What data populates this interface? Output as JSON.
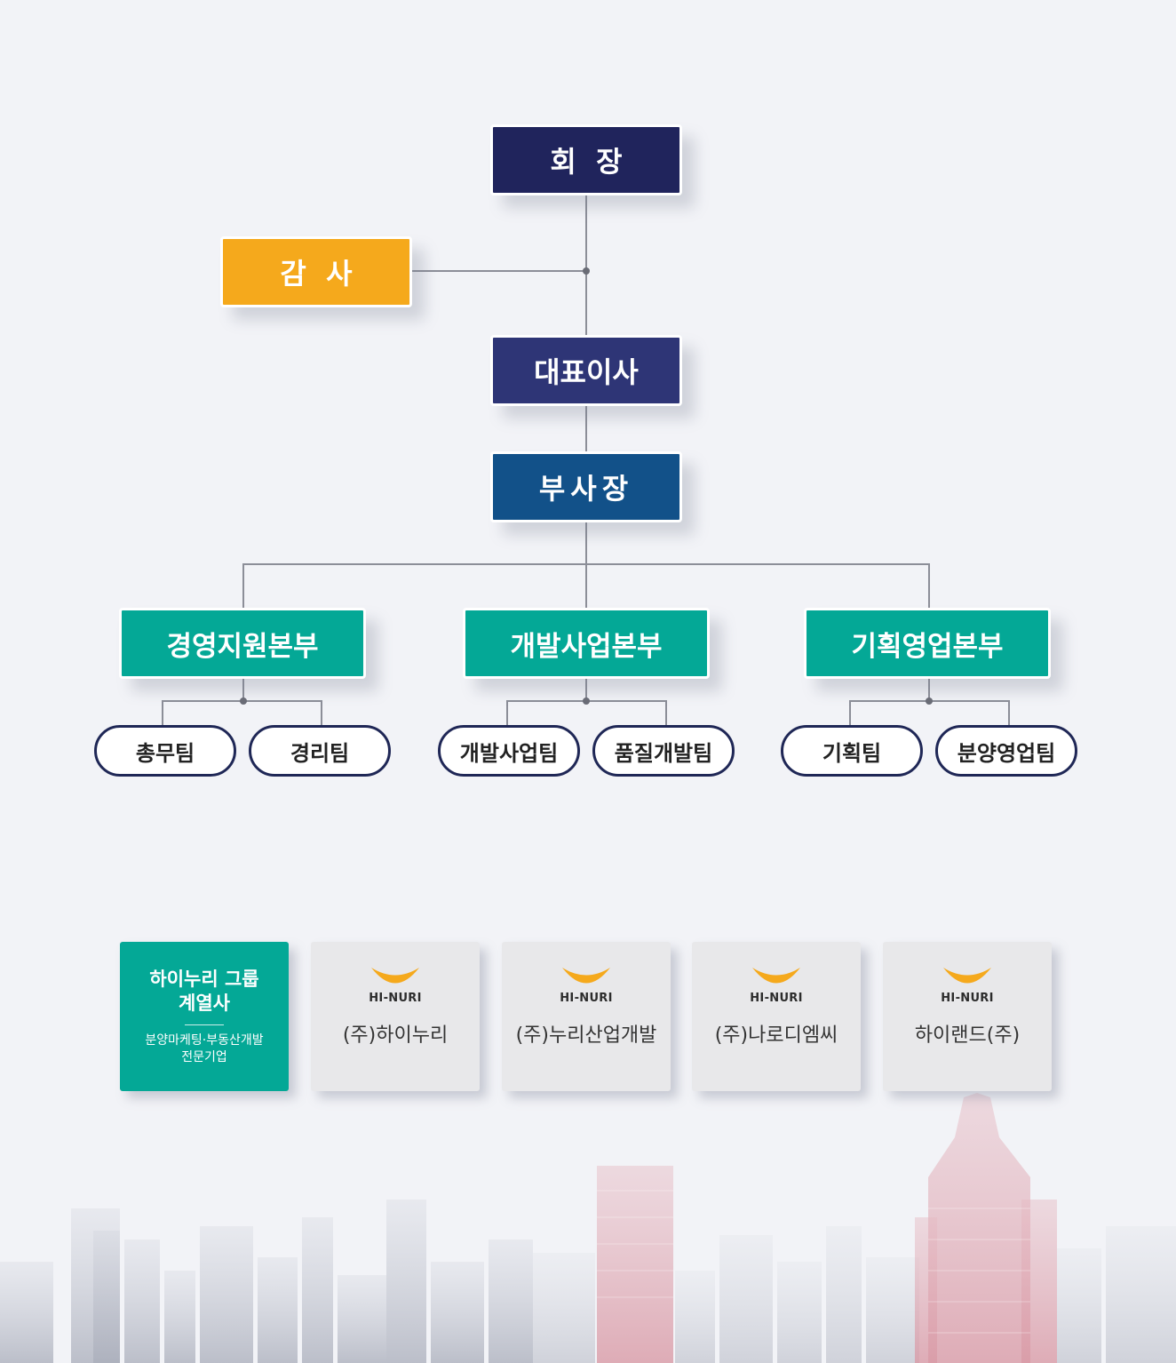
{
  "org": {
    "chairman": "회  장",
    "auditor": "감  사",
    "ceo": "대표이사",
    "vp": "부사장",
    "divisions": [
      {
        "name": "경영지원본부",
        "teams": [
          "총무팀",
          "경리팀"
        ]
      },
      {
        "name": "개발사업본부",
        "teams": [
          "개발사업팀",
          "품질개발팀"
        ]
      },
      {
        "name": "기획영업본부",
        "teams": [
          "기획팀",
          "분양영업팀"
        ]
      }
    ]
  },
  "affiliates": {
    "group_title_line1": "하이누리 그룹",
    "group_title_line2": "계열사",
    "group_desc_line1": "분양마케팅·부동산개발",
    "group_desc_line2": "전문기업",
    "logo_text": "HI-NURI",
    "companies": [
      "(주)하이누리",
      "(주)누리산업개발",
      "(주)나로디엠씨",
      "하이랜드(주)"
    ]
  },
  "colors": {
    "chairman": "#20245c",
    "auditor": "#f5a91c",
    "ceo": "#2e3576",
    "vp": "#125189",
    "division": "#04a896",
    "team_border": "#1f2756",
    "logo_smile": "#f5a91c"
  }
}
